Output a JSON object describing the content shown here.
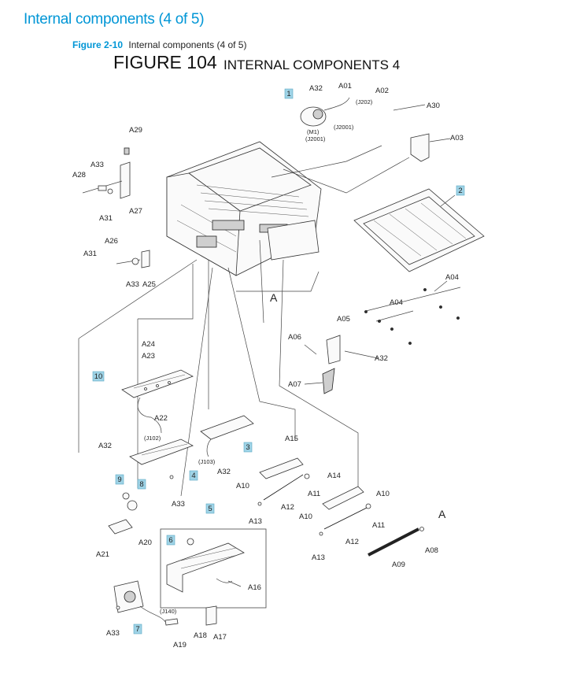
{
  "header": {
    "page_title": "Internal components (4 of 5)",
    "figure_number": "Figure 2-10",
    "figure_caption": "Internal components (4 of 5)",
    "figure_heading": "FIGURE  104",
    "figure_subheading": "INTERNAL COMPONENTS 4"
  },
  "callouts": {
    "c1": "1",
    "c2": "2",
    "c3": "3",
    "c4": "4",
    "c5": "5",
    "c6": "6",
    "c7": "7",
    "c8": "8",
    "c9": "9",
    "c10": "10"
  },
  "labels": {
    "A01": "A01",
    "A02": "A02",
    "A03": "A03",
    "A04a": "A04",
    "A04b": "A04",
    "A05": "A05",
    "A06": "A06",
    "A07": "A07",
    "A08": "A08",
    "A09": "A09",
    "A10a": "A10",
    "A10b": "A10",
    "A10c": "A10",
    "A11a": "A11",
    "A11b": "A11",
    "A12a": "A12",
    "A12b": "A12",
    "A13a": "A13",
    "A13b": "A13",
    "A14": "A14",
    "A15": "A15",
    "A16": "A16",
    "A17": "A17",
    "A18": "A18",
    "A19": "A19",
    "A20": "A20",
    "A21": "A21",
    "A22": "A22",
    "A23": "A23",
    "A24": "A24",
    "A25": "A25",
    "A26": "A26",
    "A27": "A27",
    "A28": "A28",
    "A29": "A29",
    "A30": "A30",
    "A31a": "A31",
    "A31b": "A31",
    "A32a": "A32",
    "A32b": "A32",
    "A32c": "A32",
    "A32d": "A32",
    "A33a": "A33",
    "A33b": "A33",
    "A33c": "A33",
    "A33d": "A33",
    "refA1": "A",
    "refA2": "A"
  },
  "connectors": {
    "M1": "(M1)",
    "J2001a": "(J2001)",
    "J2001b": "(J2001)",
    "J202": "(J202)",
    "J102": "(J102)",
    "J103": "(J103)",
    "J140": "(J140)"
  }
}
